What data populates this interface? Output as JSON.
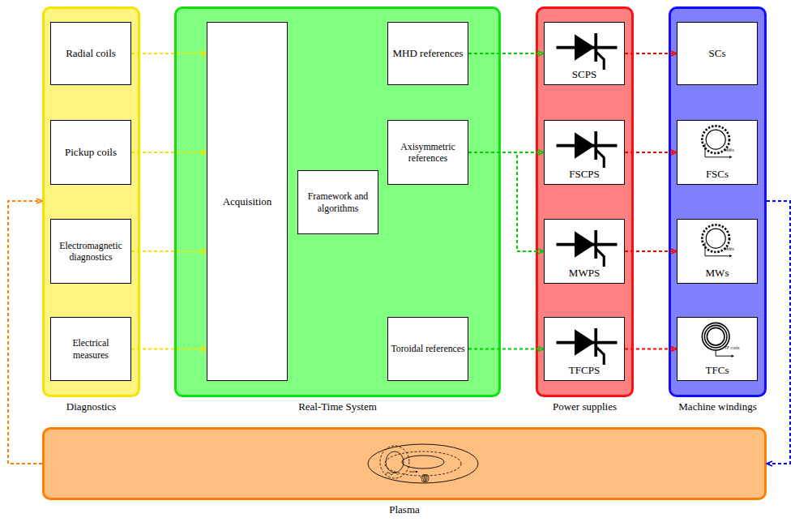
{
  "diagram": {
    "nodes": [
      {
        "text": [
          "Diagnostics"
        ]
      },
      {
        "text": [
          "Radial coils"
        ],
        "in": 0
      },
      {
        "text": [
          "Pickup coils"
        ],
        "in": 0
      },
      {
        "text": [
          "Electromagnetic diagnostics"
        ],
        "in": 0
      },
      {
        "text": [
          "Electrical measures"
        ],
        "in": 0
      },
      {
        "text": [
          "Real-Time System"
        ]
      },
      {
        "text": [
          "Acquisition"
        ],
        "in": 5
      },
      {
        "text": [
          "Framework and algorithms"
        ],
        "in": 5
      },
      {
        "text": [
          "MHD references"
        ],
        "in": 5
      },
      {
        "text": [
          "Axisymmetric references"
        ],
        "in": 5
      },
      {
        "text": [
          "Toroidal references"
        ],
        "in": 5
      },
      {
        "text": [
          "Power supplies"
        ]
      },
      {
        "text": [
          "SCPS"
        ],
        "in": 11
      },
      {
        "text": [
          "FSCPS"
        ],
        "in": 11
      },
      {
        "text": [
          "MWPS"
        ],
        "in": 11
      },
      {
        "text": [
          "TFCPS"
        ],
        "in": 11
      },
      {
        "text": [
          "Machine windings"
        ]
      },
      {
        "text": [
          "SCs"
        ],
        "in": 16
      },
      {
        "text": [
          "FSCs"
        ],
        "in": 16
      },
      {
        "text": [
          "MWs"
        ],
        "in": 16
      },
      {
        "text": [
          "TFCs"
        ],
        "in": 16
      },
      {
        "text": [
          "Plasma"
        ]
      }
    ],
    "edges": [
      {
        "from": 1,
        "to": 6,
        "arrow": "to"
      },
      {
        "from": 2,
        "to": 6,
        "arrow": "to"
      },
      {
        "from": 3,
        "to": 6,
        "arrow": "to"
      },
      {
        "from": 4,
        "to": 6,
        "arrow": "to"
      },
      {
        "from": 8,
        "to": 12,
        "arrow": "to"
      },
      {
        "from": 9,
        "to": 13,
        "arrow": "to"
      },
      {
        "from": 9,
        "to": 14,
        "arrow": "to"
      },
      {
        "from": 10,
        "to": 15,
        "arrow": "to"
      },
      {
        "from": 12,
        "to": 17,
        "arrow": "to"
      },
      {
        "from": 13,
        "to": 18,
        "arrow": "to"
      },
      {
        "from": 14,
        "to": 19,
        "arrow": "to"
      },
      {
        "from": 15,
        "to": 20,
        "arrow": "to"
      },
      {
        "from": 16,
        "to": 21,
        "arrow": "to"
      },
      {
        "from": 21,
        "to": 0,
        "arrow": "to"
      }
    ],
    "labels": [
      "MWs",
      "MWs",
      "TF coils"
    ]
  }
}
